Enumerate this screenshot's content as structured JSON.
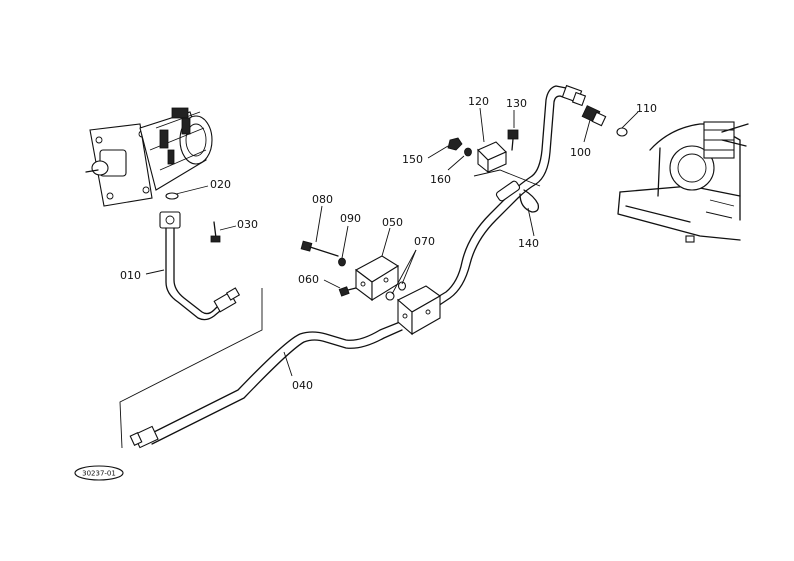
{
  "diagram": {
    "reference_code": "30237-01",
    "callouts": {
      "c010": "010",
      "c020": "020",
      "c030": "030",
      "c040": "040",
      "c050": "050",
      "c060": "060",
      "c070": "070",
      "c080": "080",
      "c090": "090",
      "c100": "100",
      "c110": "110",
      "c120": "120",
      "c130": "130",
      "c140": "140",
      "c150": "150",
      "c160": "160"
    }
  }
}
